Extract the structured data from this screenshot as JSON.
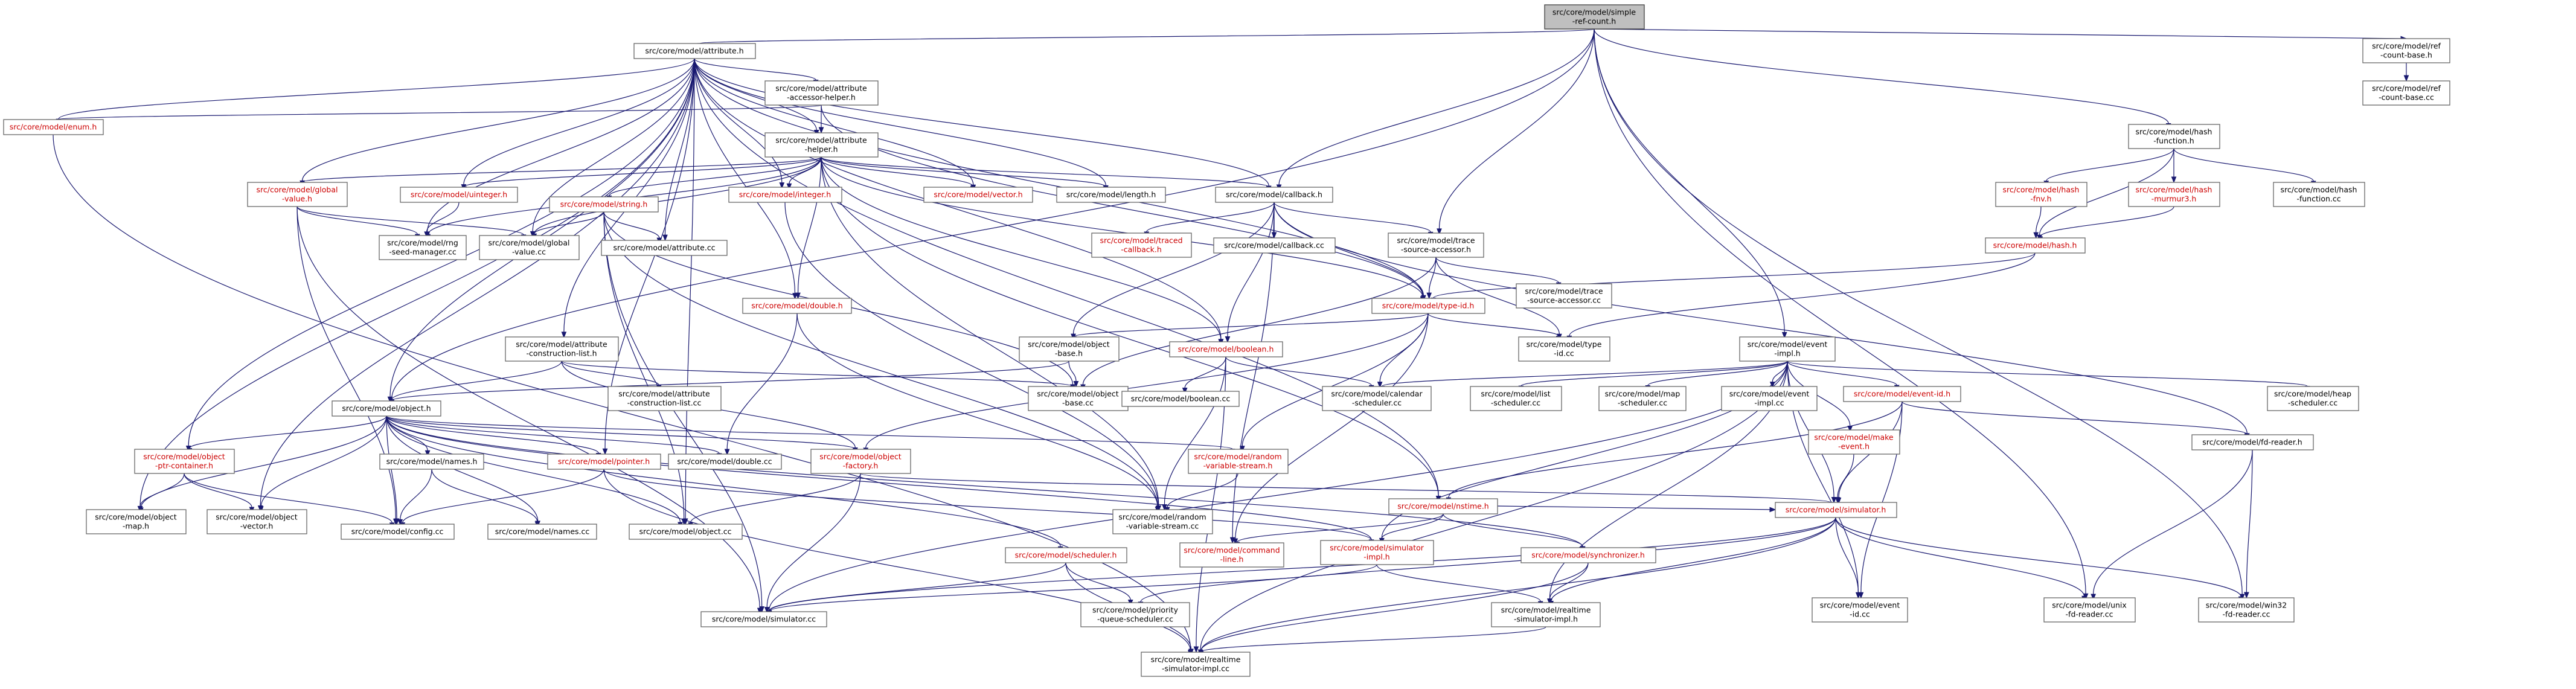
{
  "nodes": [
    {
      "id": "root",
      "lines": [
        "src/core/model/simple",
        "-ref-count.h"
      ],
      "red": false,
      "root": true
    },
    {
      "id": "attribute_h",
      "lines": [
        "src/core/model/attribute.h"
      ],
      "red": false
    },
    {
      "id": "refcountbase_h",
      "lines": [
        "src/core/model/ref",
        "-count-base.h"
      ],
      "red": false
    },
    {
      "id": "refcountbase_cc",
      "lines": [
        "src/core/model/ref",
        "-count-base.cc"
      ],
      "red": false
    },
    {
      "id": "attr_accessor_helper_h",
      "lines": [
        "src/core/model/attribute",
        "-accessor-helper.h"
      ],
      "red": false
    },
    {
      "id": "enum_h",
      "lines": [
        "src/core/model/enum.h"
      ],
      "red": true
    },
    {
      "id": "attr_helper_h",
      "lines": [
        "src/core/model/attribute",
        "-helper.h"
      ],
      "red": false
    },
    {
      "id": "hashfunction_h",
      "lines": [
        "src/core/model/hash",
        "-function.h"
      ],
      "red": false
    },
    {
      "id": "global_value_h",
      "lines": [
        "src/core/model/global",
        "-value.h"
      ],
      "red": true
    },
    {
      "id": "uinteger_h",
      "lines": [
        "src/core/model/uinteger.h"
      ],
      "red": true
    },
    {
      "id": "string_h",
      "lines": [
        "src/core/model/string.h"
      ],
      "red": true
    },
    {
      "id": "integer_h",
      "lines": [
        "src/core/model/integer.h"
      ],
      "red": true
    },
    {
      "id": "vector_h",
      "lines": [
        "src/core/model/vector.h"
      ],
      "red": true
    },
    {
      "id": "length_h",
      "lines": [
        "src/core/model/length.h"
      ],
      "red": false
    },
    {
      "id": "callback_h",
      "lines": [
        "src/core/model/callback.h"
      ],
      "red": false
    },
    {
      "id": "hash_fnv_h",
      "lines": [
        "src/core/model/hash",
        "-fnv.h"
      ],
      "red": true
    },
    {
      "id": "hash_murmur3_h",
      "lines": [
        "src/core/model/hash",
        "-murmur3.h"
      ],
      "red": true
    },
    {
      "id": "hash_function_cc",
      "lines": [
        "src/core/model/hash",
        "-function.cc"
      ],
      "red": false
    },
    {
      "id": "rng_seed_manager_cc",
      "lines": [
        "src/core/model/rng",
        "-seed-manager.cc"
      ],
      "red": false
    },
    {
      "id": "global_value_cc",
      "lines": [
        "src/core/model/global",
        "-value.cc"
      ],
      "red": false
    },
    {
      "id": "attribute_cc",
      "lines": [
        "src/core/model/attribute.cc"
      ],
      "red": false
    },
    {
      "id": "traced_callback_h",
      "lines": [
        "src/core/model/traced",
        "-callback.h"
      ],
      "red": true
    },
    {
      "id": "callback_cc",
      "lines": [
        "src/core/model/callback.cc"
      ],
      "red": false
    },
    {
      "id": "trace_source_accessor_h",
      "lines": [
        "src/core/model/trace",
        "-source-accessor.h"
      ],
      "red": false
    },
    {
      "id": "hash_h",
      "lines": [
        "src/core/model/hash.h"
      ],
      "red": true
    },
    {
      "id": "double_h",
      "lines": [
        "src/core/model/double.h"
      ],
      "red": true
    },
    {
      "id": "type_id_h",
      "lines": [
        "src/core/model/type-id.h"
      ],
      "red": true
    },
    {
      "id": "trace_source_accessor_cc",
      "lines": [
        "src/core/model/trace",
        "-source-accessor.cc"
      ],
      "red": false
    },
    {
      "id": "attr_construction_list_h",
      "lines": [
        "src/core/model/attribute",
        "-construction-list.h"
      ],
      "red": false
    },
    {
      "id": "object_base_h",
      "lines": [
        "src/core/model/object",
        "-base.h"
      ],
      "red": false
    },
    {
      "id": "boolean_h",
      "lines": [
        "src/core/model/boolean.h"
      ],
      "red": true
    },
    {
      "id": "type_id_cc",
      "lines": [
        "src/core/model/type",
        "-id.cc"
      ],
      "red": false
    },
    {
      "id": "event_impl_h",
      "lines": [
        "src/core/model/event",
        "-impl.h"
      ],
      "red": false
    },
    {
      "id": "attr_construction_list_cc",
      "lines": [
        "src/core/model/attribute",
        "-construction-list.cc"
      ],
      "red": false
    },
    {
      "id": "object_base_cc",
      "lines": [
        "src/core/model/object",
        "-base.cc"
      ],
      "red": false
    },
    {
      "id": "boolean_cc",
      "lines": [
        "src/core/model/boolean.cc"
      ],
      "red": false
    },
    {
      "id": "calendar_scheduler_cc",
      "lines": [
        "src/core/model/calendar",
        "-scheduler.cc"
      ],
      "red": false
    },
    {
      "id": "list_scheduler_cc",
      "lines": [
        "src/core/model/list",
        "-scheduler.cc"
      ],
      "red": false
    },
    {
      "id": "map_scheduler_cc",
      "lines": [
        "src/core/model/map",
        "-scheduler.cc"
      ],
      "red": false
    },
    {
      "id": "event_impl_cc",
      "lines": [
        "src/core/model/event",
        "-impl.cc"
      ],
      "red": false
    },
    {
      "id": "event_id_h",
      "lines": [
        "src/core/model/event-id.h"
      ],
      "red": true
    },
    {
      "id": "heap_scheduler_cc",
      "lines": [
        "src/core/model/heap",
        "-scheduler.cc"
      ],
      "red": false
    },
    {
      "id": "object_h",
      "lines": [
        "src/core/model/object.h"
      ],
      "red": false
    },
    {
      "id": "object_factory_h",
      "lines": [
        "src/core/model/object",
        "-factory.h"
      ],
      "red": true
    },
    {
      "id": "random_variable_stream_h",
      "lines": [
        "src/core/model/random",
        "-variable-stream.h"
      ],
      "red": true
    },
    {
      "id": "make_event_h",
      "lines": [
        "src/core/model/make",
        "-event.h"
      ],
      "red": true
    },
    {
      "id": "fd_reader_h",
      "lines": [
        "src/core/model/fd-reader.h"
      ],
      "red": false
    },
    {
      "id": "object_ptr_container_h",
      "lines": [
        "src/core/model/object",
        "-ptr-container.h"
      ],
      "red": true
    },
    {
      "id": "names_h",
      "lines": [
        "src/core/model/names.h"
      ],
      "red": false
    },
    {
      "id": "pointer_h",
      "lines": [
        "src/core/model/pointer.h"
      ],
      "red": true
    },
    {
      "id": "double_cc",
      "lines": [
        "src/core/model/double.cc"
      ],
      "red": false
    },
    {
      "id": "nstime_h",
      "lines": [
        "src/core/model/nstime.h"
      ],
      "red": true
    },
    {
      "id": "simulator_h",
      "lines": [
        "src/core/model/simulator.h"
      ],
      "red": true
    },
    {
      "id": "object_map_h",
      "lines": [
        "src/core/model/object",
        "-map.h"
      ],
      "red": false
    },
    {
      "id": "object_vector_h",
      "lines": [
        "src/core/model/object",
        "-vector.h"
      ],
      "red": false
    },
    {
      "id": "config_cc",
      "lines": [
        "src/core/model/config.cc"
      ],
      "red": false
    },
    {
      "id": "names_cc",
      "lines": [
        "src/core/model/names.cc"
      ],
      "red": false
    },
    {
      "id": "object_cc",
      "lines": [
        "src/core/model/object.cc"
      ],
      "red": false
    },
    {
      "id": "random_variable_stream_cc",
      "lines": [
        "src/core/model/random",
        "-variable-stream.cc"
      ],
      "red": false
    },
    {
      "id": "simulator_impl_h",
      "lines": [
        "src/core/model/simulator",
        "-impl.h"
      ],
      "red": true
    },
    {
      "id": "command_line_h",
      "lines": [
        "src/core/model/command",
        "-line.h"
      ],
      "red": true
    },
    {
      "id": "synchronizer_h",
      "lines": [
        "src/core/model/synchronizer.h"
      ],
      "red": true
    },
    {
      "id": "scheduler_h",
      "lines": [
        "src/core/model/scheduler.h"
      ],
      "red": true
    },
    {
      "id": "simulator_cc",
      "lines": [
        "src/core/model/simulator.cc"
      ],
      "red": false
    },
    {
      "id": "priority_queue_scheduler_cc",
      "lines": [
        "src/core/model/priority",
        "-queue-scheduler.cc"
      ],
      "red": false
    },
    {
      "id": "realtime_simulator_impl_h",
      "lines": [
        "src/core/model/realtime",
        "-simulator-impl.h"
      ],
      "red": false
    },
    {
      "id": "event_id_cc",
      "lines": [
        "src/core/model/event",
        "-id.cc"
      ],
      "red": false
    },
    {
      "id": "unix_fd_reader_cc",
      "lines": [
        "src/core/model/unix",
        "-fd-reader.cc"
      ],
      "red": false
    },
    {
      "id": "win32_fd_reader_cc",
      "lines": [
        "src/core/model/win32",
        "-fd-reader.cc"
      ],
      "red": false
    },
    {
      "id": "realtime_simulator_impl_cc",
      "lines": [
        "src/core/model/realtime",
        "-simulator-impl.cc"
      ],
      "red": false
    }
  ],
  "edges": [
    [
      "root",
      "attribute_h"
    ],
    [
      "root",
      "refcountbase_h"
    ],
    [
      "root",
      "hashfunction_h"
    ],
    [
      "root",
      "callback_h"
    ],
    [
      "root",
      "trace_source_accessor_h"
    ],
    [
      "root",
      "event_impl_h"
    ],
    [
      "root",
      "object_h"
    ],
    [
      "root",
      "unix_fd_reader_cc"
    ],
    [
      "root",
      "win32_fd_reader_cc"
    ],
    [
      "refcountbase_h",
      "refcountbase_cc"
    ],
    [
      "attribute_h",
      "attr_accessor_helper_h"
    ],
    [
      "attribute_h",
      "attr_helper_h"
    ],
    [
      "attribute_h",
      "enum_h"
    ],
    [
      "attribute_h",
      "global_value_h"
    ],
    [
      "attribute_h",
      "uinteger_h"
    ],
    [
      "attribute_h",
      "integer_h"
    ],
    [
      "attribute_h",
      "vector_h"
    ],
    [
      "attribute_h",
      "length_h"
    ],
    [
      "attribute_h",
      "callback_h"
    ],
    [
      "attribute_h",
      "global_value_cc"
    ],
    [
      "attribute_h",
      "attribute_cc"
    ],
    [
      "attribute_h",
      "double_h"
    ],
    [
      "attribute_h",
      "type_id_h"
    ],
    [
      "attribute_h",
      "attr_construction_list_h"
    ],
    [
      "attribute_h",
      "object_h"
    ],
    [
      "attribute_h",
      "boolean_h"
    ],
    [
      "attribute_h",
      "object_ptr_container_h"
    ],
    [
      "attribute_h",
      "pointer_h"
    ],
    [
      "attribute_h",
      "nstime_h"
    ],
    [
      "attribute_h",
      "object_map_h"
    ],
    [
      "attribute_h",
      "object_vector_h"
    ],
    [
      "attribute_h",
      "object_cc"
    ],
    [
      "attribute_h",
      "rng_seed_manager_cc"
    ],
    [
      "attr_accessor_helper_h",
      "attr_helper_h"
    ],
    [
      "attr_accessor_helper_h",
      "enum_h"
    ],
    [
      "attr_accessor_helper_h",
      "type_id_h"
    ],
    [
      "attr_helper_h",
      "global_value_h"
    ],
    [
      "attr_helper_h",
      "uinteger_h"
    ],
    [
      "attr_helper_h",
      "string_h"
    ],
    [
      "attr_helper_h",
      "integer_h"
    ],
    [
      "attr_helper_h",
      "vector_h"
    ],
    [
      "attr_helper_h",
      "length_h"
    ],
    [
      "attr_helper_h",
      "callback_h"
    ],
    [
      "attr_helper_h",
      "double_h"
    ],
    [
      "attr_helper_h",
      "boolean_h"
    ],
    [
      "attr_helper_h",
      "type_id_h"
    ],
    [
      "attr_helper_h",
      "nstime_h"
    ],
    [
      "attr_helper_h",
      "rng_seed_manager_cc"
    ],
    [
      "attr_helper_h",
      "global_value_cc"
    ],
    [
      "attr_helper_h",
      "random_variable_stream_cc"
    ],
    [
      "enum_h",
      "realtime_simulator_impl_cc"
    ],
    [
      "global_value_h",
      "rng_seed_manager_cc"
    ],
    [
      "global_value_h",
      "global_value_cc"
    ],
    [
      "global_value_h",
      "config_cc"
    ],
    [
      "global_value_h",
      "simulator_cc"
    ],
    [
      "uinteger_h",
      "rng_seed_manager_cc"
    ],
    [
      "string_h",
      "global_value_cc"
    ],
    [
      "string_h",
      "attribute_cc"
    ],
    [
      "string_h",
      "object_base_cc"
    ],
    [
      "string_h",
      "object_cc"
    ],
    [
      "string_h",
      "random_variable_stream_cc"
    ],
    [
      "string_h",
      "simulator_cc"
    ],
    [
      "integer_h",
      "random_variable_stream_cc"
    ],
    [
      "double_h",
      "double_cc"
    ],
    [
      "double_h",
      "random_variable_stream_cc"
    ],
    [
      "hashfunction_h",
      "hash_fnv_h"
    ],
    [
      "hashfunction_h",
      "hash_murmur3_h"
    ],
    [
      "hashfunction_h",
      "hash_function_cc"
    ],
    [
      "hashfunction_h",
      "hash_h"
    ],
    [
      "hash_fnv_h",
      "hash_h"
    ],
    [
      "hash_murmur3_h",
      "hash_h"
    ],
    [
      "hash_h",
      "type_id_h"
    ],
    [
      "hash_h",
      "type_id_cc"
    ],
    [
      "callback_h",
      "traced_callback_h"
    ],
    [
      "callback_h",
      "callback_cc"
    ],
    [
      "callback_h",
      "trace_source_accessor_h"
    ],
    [
      "callback_h",
      "type_id_h"
    ],
    [
      "callback_h",
      "object_base_h"
    ],
    [
      "callback_h",
      "boolean_h"
    ],
    [
      "callback_h",
      "command_line_h"
    ],
    [
      "callback_h",
      "fd_reader_h"
    ],
    [
      "trace_source_accessor_h",
      "trace_source_accessor_cc"
    ],
    [
      "trace_source_accessor_h",
      "type_id_h"
    ],
    [
      "trace_source_accessor_h",
      "type_id_cc"
    ],
    [
      "trace_source_accessor_h",
      "object_base_cc"
    ],
    [
      "type_id_h",
      "object_base_h"
    ],
    [
      "type_id_h",
      "type_id_cc"
    ],
    [
      "type_id_h",
      "calendar_scheduler_cc"
    ],
    [
      "type_id_h",
      "object_factory_h"
    ],
    [
      "type_id_h",
      "random_variable_stream_h"
    ],
    [
      "type_id_h",
      "command_line_h"
    ],
    [
      "attr_construction_list_h",
      "attr_construction_list_cc"
    ],
    [
      "attr_construction_list_h",
      "object_h"
    ],
    [
      "attr_construction_list_h",
      "object_base_cc"
    ],
    [
      "attr_construction_list_h",
      "object_factory_h"
    ],
    [
      "object_base_h",
      "object_base_cc"
    ],
    [
      "object_base_h",
      "object_h"
    ],
    [
      "boolean_h",
      "boolean_cc"
    ],
    [
      "boolean_h",
      "calendar_scheduler_cc"
    ],
    [
      "boolean_h",
      "random_variable_stream_cc"
    ],
    [
      "boolean_h",
      "realtime_simulator_impl_cc"
    ],
    [
      "event_impl_h",
      "calendar_scheduler_cc"
    ],
    [
      "event_impl_h",
      "list_scheduler_cc"
    ],
    [
      "event_impl_h",
      "map_scheduler_cc"
    ],
    [
      "event_impl_h",
      "event_impl_cc"
    ],
    [
      "event_impl_h",
      "event_id_h"
    ],
    [
      "event_impl_h",
      "heap_scheduler_cc"
    ],
    [
      "event_impl_h",
      "make_event_h"
    ],
    [
      "event_impl_h",
      "simulator_h"
    ],
    [
      "event_impl_h",
      "simulator_impl_h"
    ],
    [
      "event_impl_h",
      "simulator_cc"
    ],
    [
      "event_impl_h",
      "realtime_simulator_impl_h"
    ],
    [
      "event_impl_h",
      "event_id_cc"
    ],
    [
      "event_impl_h",
      "realtime_simulator_impl_cc"
    ],
    [
      "event_id_h",
      "simulator_h"
    ],
    [
      "event_id_h",
      "nstime_h"
    ],
    [
      "event_id_h",
      "event_id_cc"
    ],
    [
      "event_id_h",
      "fd_reader_h"
    ],
    [
      "make_event_h",
      "simulator_h"
    ],
    [
      "fd_reader_h",
      "unix_fd_reader_cc"
    ],
    [
      "fd_reader_h",
      "win32_fd_reader_cc"
    ],
    [
      "object_h",
      "object_ptr_container_h"
    ],
    [
      "object_h",
      "names_h"
    ],
    [
      "object_h",
      "pointer_h"
    ],
    [
      "object_h",
      "double_cc"
    ],
    [
      "object_h",
      "object_factory_h"
    ],
    [
      "object_h",
      "random_variable_stream_h"
    ],
    [
      "object_h",
      "scheduler_h"
    ],
    [
      "object_h",
      "simulator_impl_h"
    ],
    [
      "object_h",
      "synchronizer_h"
    ],
    [
      "object_h",
      "object_map_h"
    ],
    [
      "object_h",
      "object_vector_h"
    ],
    [
      "object_h",
      "config_cc"
    ],
    [
      "object_h",
      "names_cc"
    ],
    [
      "object_h",
      "object_cc"
    ],
    [
      "object_ptr_container_h",
      "object_map_h"
    ],
    [
      "object_ptr_container_h",
      "object_vector_h"
    ],
    [
      "object_ptr_container_h",
      "config_cc"
    ],
    [
      "names_h",
      "config_cc"
    ],
    [
      "names_h",
      "names_cc"
    ],
    [
      "pointer_h",
      "config_cc"
    ],
    [
      "pointer_h",
      "simulator_impl_h"
    ],
    [
      "pointer_h",
      "realtime_simulator_impl_cc"
    ],
    [
      "object_factory_h",
      "object_cc"
    ],
    [
      "object_factory_h",
      "simulator_cc"
    ],
    [
      "object_factory_h",
      "simulator_h"
    ],
    [
      "random_variable_stream_h",
      "random_variable_stream_cc"
    ],
    [
      "nstime_h",
      "simulator_h"
    ],
    [
      "nstime_h",
      "simulator_impl_h"
    ],
    [
      "nstime_h",
      "command_line_h"
    ],
    [
      "nstime_h",
      "synchronizer_h"
    ],
    [
      "simulator_h",
      "simulator_cc"
    ],
    [
      "simulator_h",
      "priority_queue_scheduler_cc"
    ],
    [
      "simulator_h",
      "realtime_simulator_impl_h"
    ],
    [
      "simulator_h",
      "event_id_cc"
    ],
    [
      "simulator_h",
      "unix_fd_reader_cc"
    ],
    [
      "simulator_h",
      "win32_fd_reader_cc"
    ],
    [
      "simulator_h",
      "realtime_simulator_impl_cc"
    ],
    [
      "simulator_impl_h",
      "simulator_cc"
    ],
    [
      "simulator_impl_h",
      "realtime_simulator_impl_h"
    ],
    [
      "synchronizer_h",
      "realtime_simulator_impl_h"
    ],
    [
      "synchronizer_h",
      "realtime_simulator_impl_cc"
    ],
    [
      "scheduler_h",
      "simulator_cc"
    ],
    [
      "scheduler_h",
      "priority_queue_scheduler_cc"
    ],
    [
      "scheduler_h",
      "realtime_simulator_impl_cc"
    ],
    [
      "realtime_simulator_impl_h",
      "realtime_simulator_impl_cc"
    ]
  ]
}
